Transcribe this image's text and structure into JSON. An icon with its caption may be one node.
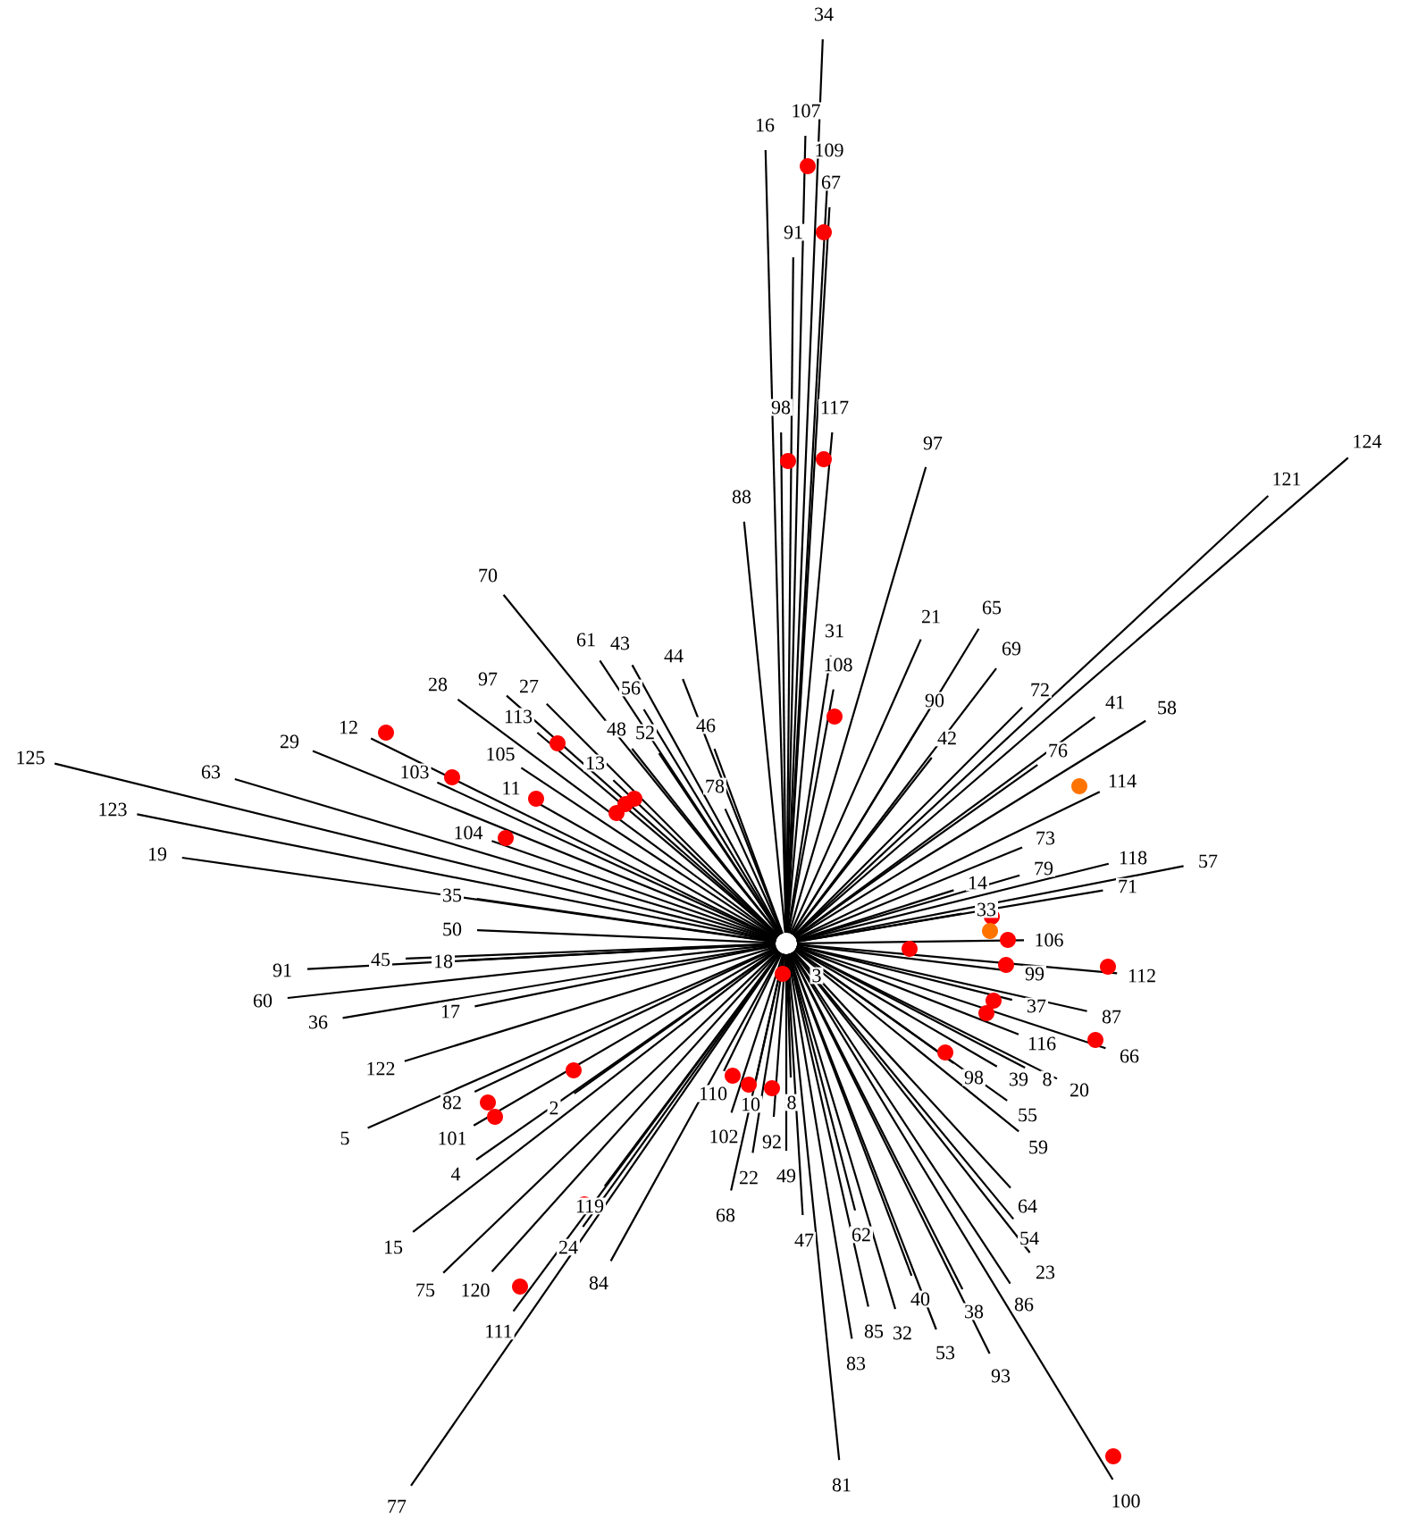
{
  "diagram": {
    "labels": [
      "34",
      "107",
      "16",
      "109",
      "67",
      "91",
      "98",
      "117",
      "97",
      "124",
      "121",
      "88",
      "70",
      "61",
      "43",
      "31",
      "65",
      "44",
      "21",
      "69",
      "108",
      "28",
      "97",
      "27",
      "56",
      "72",
      "41",
      "58",
      "90",
      "113",
      "29",
      "12",
      "48",
      "52",
      "46",
      "42",
      "105",
      "76",
      "125",
      "63",
      "103",
      "13",
      "114",
      "11",
      "78",
      "123",
      "104",
      "73",
      "79",
      "118",
      "57",
      "19",
      "71",
      "35",
      "14",
      "33",
      "50",
      "106",
      "112",
      "45",
      "18",
      "91",
      "3",
      "99",
      "60",
      "17",
      "36",
      "37",
      "87",
      "122",
      "116",
      "66",
      "98",
      "39",
      "8",
      "20",
      "82",
      "2",
      "110",
      "10",
      "8",
      "5",
      "101",
      "102",
      "92",
      "55",
      "4",
      "59",
      "22",
      "49",
      "15",
      "68",
      "119",
      "64",
      "24",
      "47",
      "62",
      "54",
      "75",
      "120",
      "84",
      "23",
      "111",
      "40",
      "38",
      "86",
      "85",
      "32",
      "83",
      "53",
      "93",
      "77",
      "81",
      "100"
    ]
  }
}
